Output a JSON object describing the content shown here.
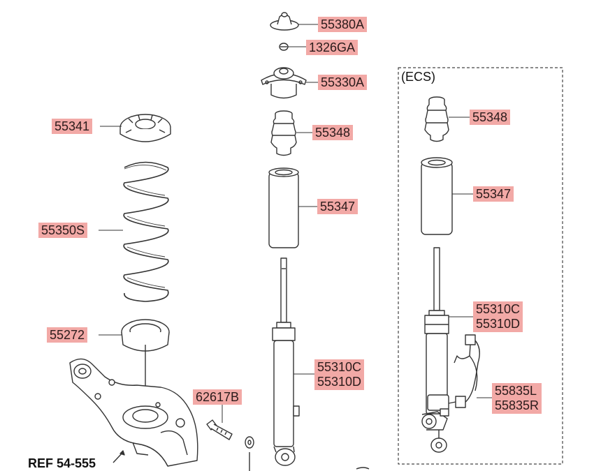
{
  "labels": {
    "p55380A": "55380A",
    "p1326GA": "1326GA",
    "p55330A": "55330A",
    "p55348_std": "55348",
    "p55347_std": "55347",
    "p55310_std_1": "55310C",
    "p55310_std_2": "55310D",
    "p55341": "55341",
    "p55350S": "55350S",
    "p55272": "55272",
    "p62617B": "62617B",
    "p55348_ecs": "55348",
    "p55347_ecs": "55347",
    "p55310_ecs_1": "55310C",
    "p55310_ecs_2": "55310D",
    "p55835_1": "55835L",
    "p55835_2": "55835R"
  },
  "ecs_box_title": "(ECS)",
  "ref_text": "REF 54-555",
  "colors": {
    "label_fill": "#f2a9a6",
    "line": "#333333"
  }
}
